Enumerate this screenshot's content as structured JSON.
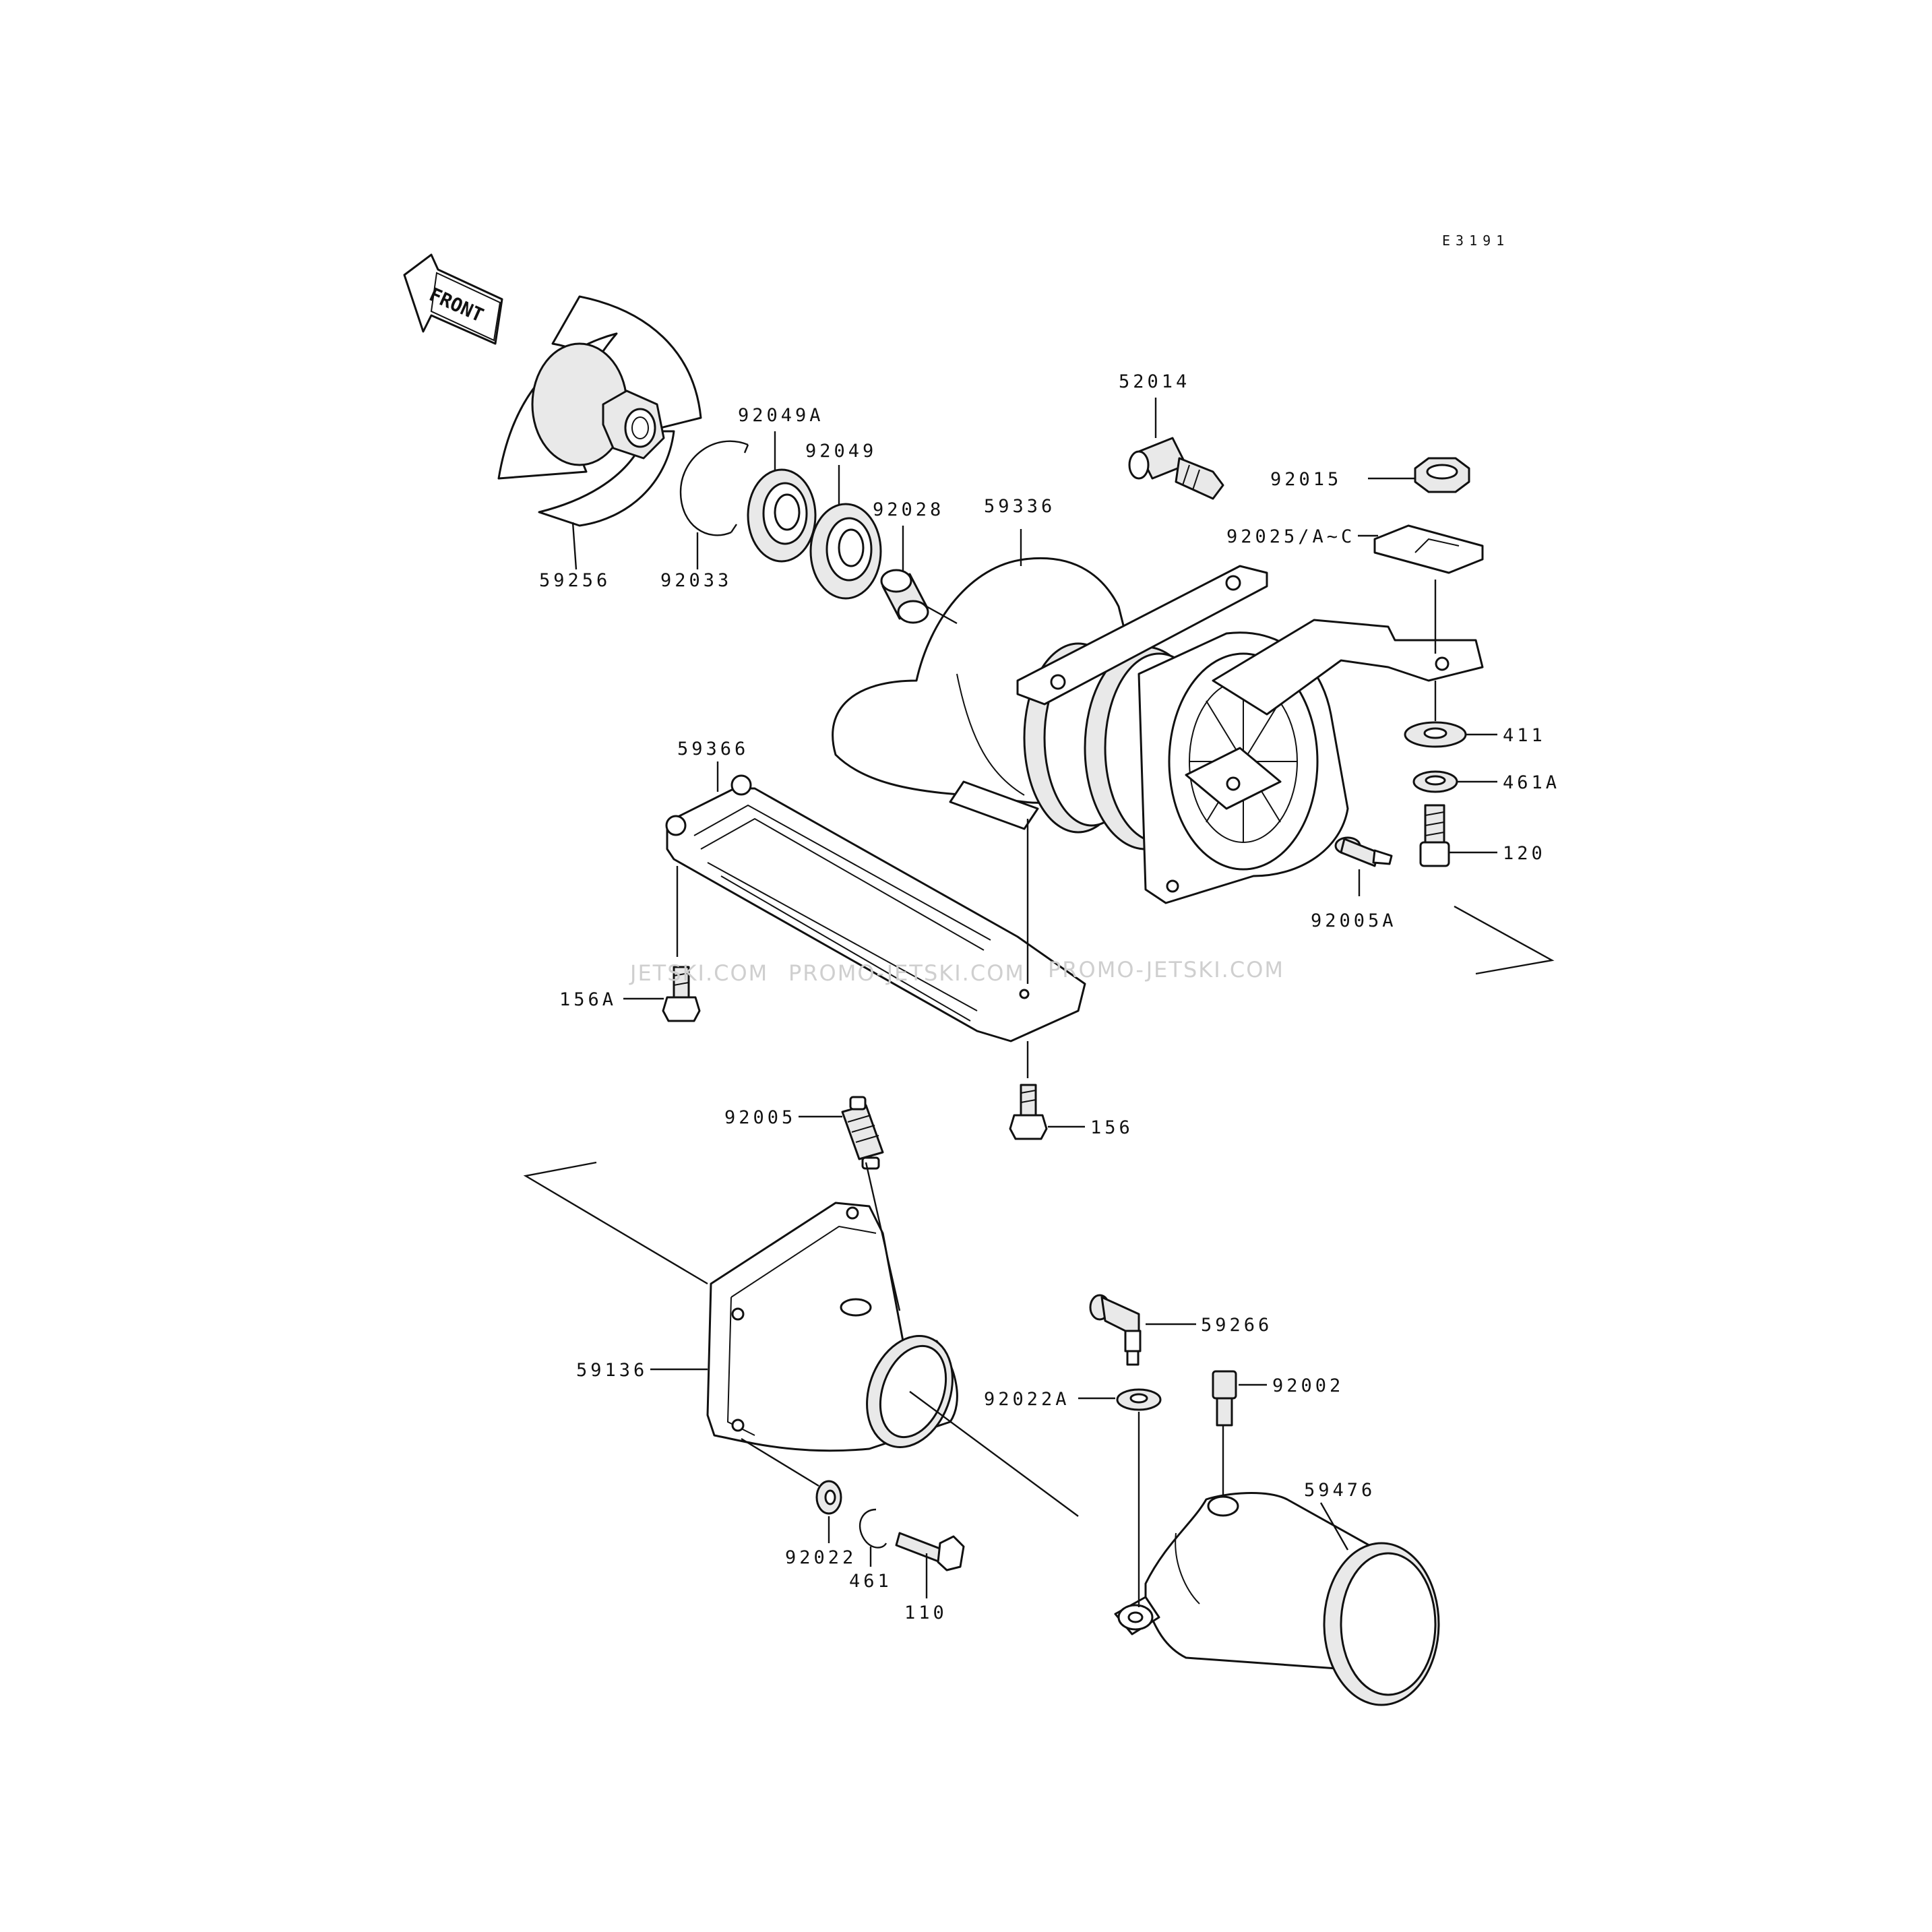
{
  "diagram": {
    "code": "E3191",
    "front_label": "FRONT",
    "watermarks": [
      "JETSKI.COM",
      "PROMO-JETSKI.COM",
      "PROMO-JETSKI.COM"
    ],
    "callouts": {
      "p59256": "59256",
      "p92033": "92033",
      "p92049A": "92049A",
      "p92049": "92049",
      "p92028": "92028",
      "p59336": "59336",
      "p52014": "52014",
      "p92015": "92015",
      "p92025": "92025/A~C",
      "p411": "411",
      "p461A": "461A",
      "p120": "120",
      "p92005A": "92005A",
      "p59366": "59366",
      "p156A": "156A",
      "p156": "156",
      "p92005": "92005",
      "p59136": "59136",
      "p59266": "59266",
      "p92022A": "92022A",
      "p92002": "92002",
      "p59476": "59476",
      "p92022": "92022",
      "p461": "461",
      "p110": "110"
    }
  }
}
